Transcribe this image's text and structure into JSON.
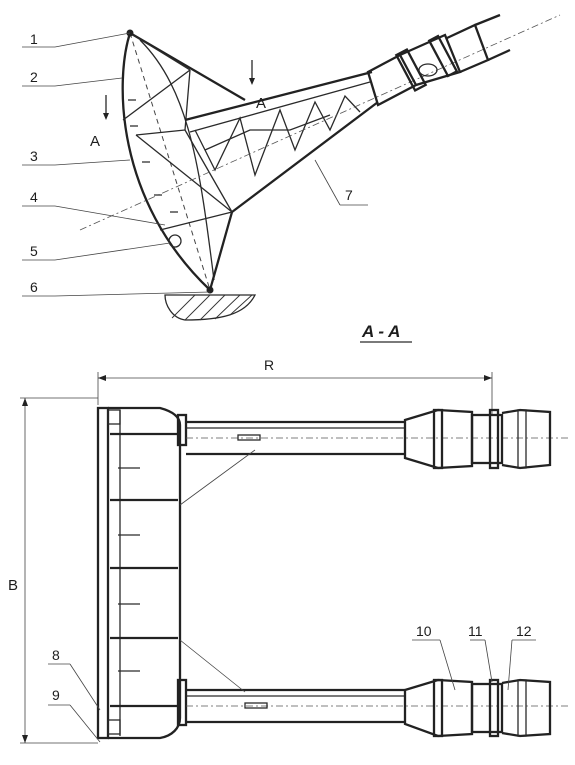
{
  "labels": {
    "l1": "1",
    "l2": "2",
    "l3": "3",
    "l4": "4",
    "l5": "5",
    "l6": "6",
    "l7": "7",
    "l8": "8",
    "l9": "9",
    "l10": "10",
    "l11": "11",
    "l12": "12",
    "a_left": "A",
    "a_right": "A",
    "section": "A - A",
    "dim_r": "R",
    "dim_b": "B"
  }
}
